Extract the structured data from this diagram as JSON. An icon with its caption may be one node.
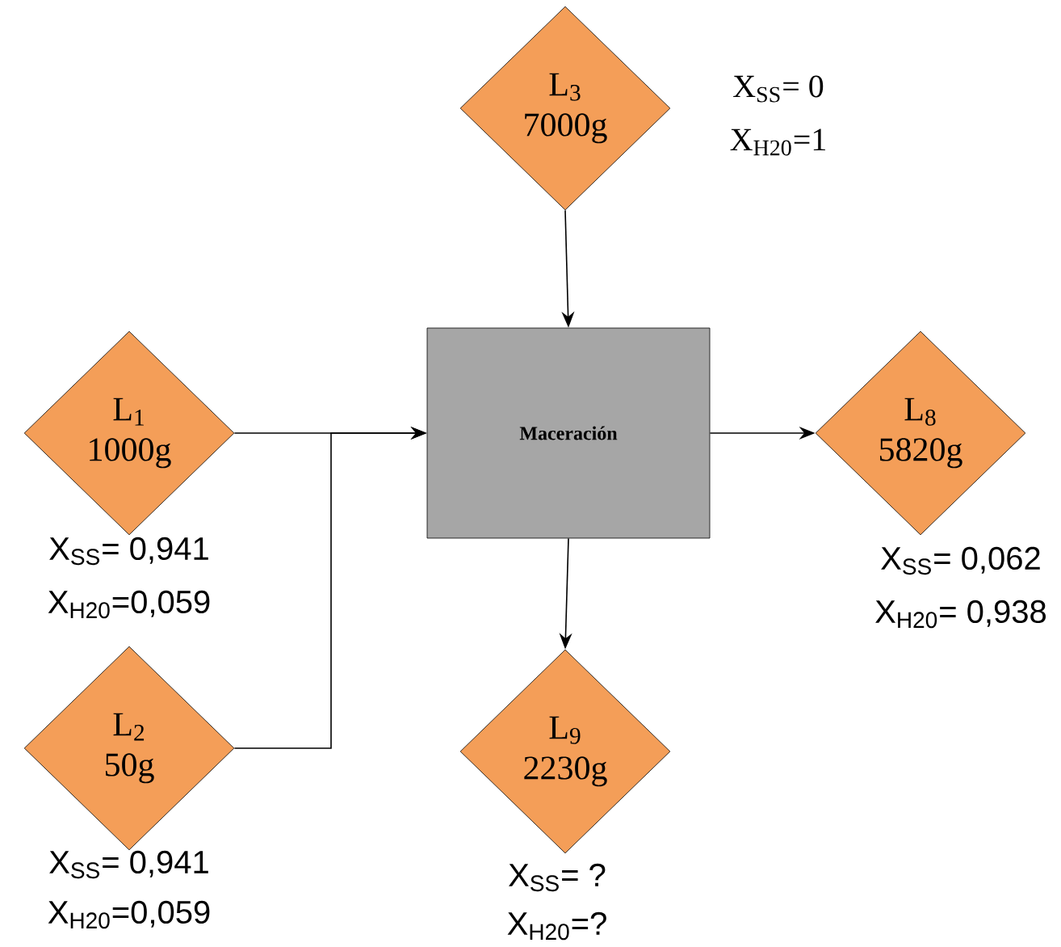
{
  "diagram": {
    "nodes": [
      {
        "text": [
          "L$_{3}$",
          "7000g"
        ],
        "beside": [
          "X$_{SS}$= 0",
          "X$_{H20}$=1"
        ]
      },
      {
        "text": [
          "L$_{1}$",
          "1000g"
        ],
        "beside": [
          "X$_{SS}$= 0,941",
          "X$_{H20}$=0,059"
        ]
      },
      {
        "text": [
          "**Maceración**"
        ]
      },
      {
        "text": [
          "L$_{8}$",
          "5820g"
        ],
        "beside": [
          "X$_{SS}$= 0,062",
          "X$_{H20}$= 0,938"
        ]
      },
      {
        "text": [
          "L$_{2}$",
          "50g"
        ],
        "beside": [
          "X$_{SS}$= 0,941",
          "X$_{H20}$=0,059"
        ]
      },
      {
        "text": [
          "L$_{9}$",
          "2230g"
        ],
        "beside": [
          "X$_{SS}$= ?",
          "X$_{H20}$=?"
        ]
      }
    ],
    "edges": [
      {
        "from": 0,
        "to": 2,
        "arrow": "to"
      },
      {
        "from": 1,
        "to": 2,
        "arrow": "to"
      },
      {
        "from": 4,
        "to": 2,
        "arrow": "to"
      },
      {
        "from": 2,
        "to": 3,
        "arrow": "to"
      },
      {
        "from": 2,
        "to": 5,
        "arrow": "to"
      }
    ]
  }
}
